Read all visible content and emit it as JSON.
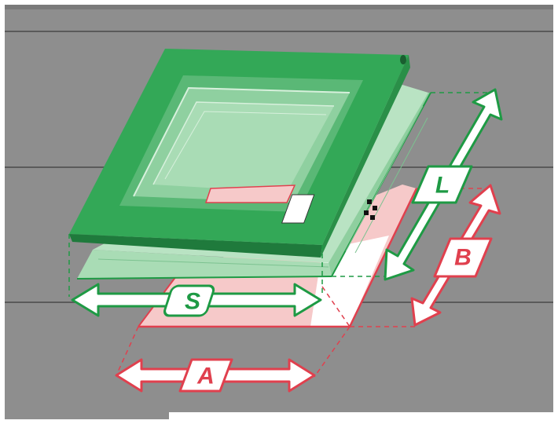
{
  "diagram": {
    "dimension_labels": {
      "S": "S",
      "L": "L",
      "A": "A",
      "B": "B"
    },
    "product": "roof window",
    "label_icon": "qr-label-icon"
  },
  "colors": {
    "roof": "#8e8e8e",
    "roof_seam": "#5a5a5a",
    "frame_green": "#33a857",
    "frame_green_dark": "#1f7a3c",
    "frame_green_light": "#a9dcb5",
    "glass": "#8fd0a0",
    "opening_red": "#e0404e",
    "opening_fill": "#f6c9c9",
    "dimension_green": "#1e9a44",
    "white": "#ffffff"
  }
}
